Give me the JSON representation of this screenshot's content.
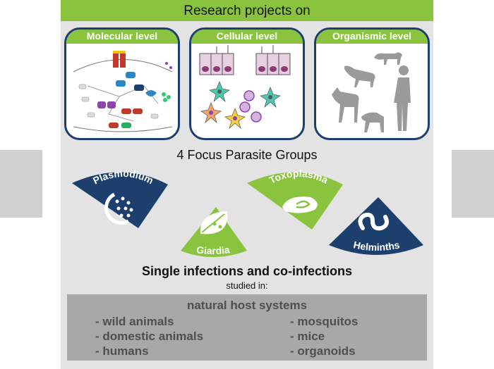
{
  "header": {
    "title": "Research projects on"
  },
  "levels": [
    {
      "label": "Molecular level"
    },
    {
      "label": "Cellular level"
    },
    {
      "label": "Organismic level"
    }
  ],
  "focus": {
    "title": "4 Focus Parasite Groups",
    "groups": [
      {
        "label": "Plasmodium",
        "color": "#1c3f6e",
        "icon": "plasmodium-icon"
      },
      {
        "label": "Giardia",
        "color": "#8ac43f",
        "icon": "giardia-leaf-icon"
      },
      {
        "label": "Toxoplasma",
        "color": "#8ac43f",
        "icon": "toxoplasma-icon"
      },
      {
        "label": "Helminths",
        "color": "#1c3f6e",
        "icon": "helminth-worm-icon"
      }
    ]
  },
  "infections": {
    "title": "Single infections and co-infections",
    "subtitle": "studied in:"
  },
  "hosts": {
    "title": "natural host systems",
    "left": [
      "- wild animals",
      "- domestic animals",
      "- humans"
    ],
    "right": [
      "- mosquitos",
      "- mice",
      "- organoids"
    ]
  },
  "colors": {
    "green": "#8ac43f",
    "navy": "#1c3f6e",
    "panel": "#e3e3e3",
    "host_box": "#a8a8a8"
  }
}
